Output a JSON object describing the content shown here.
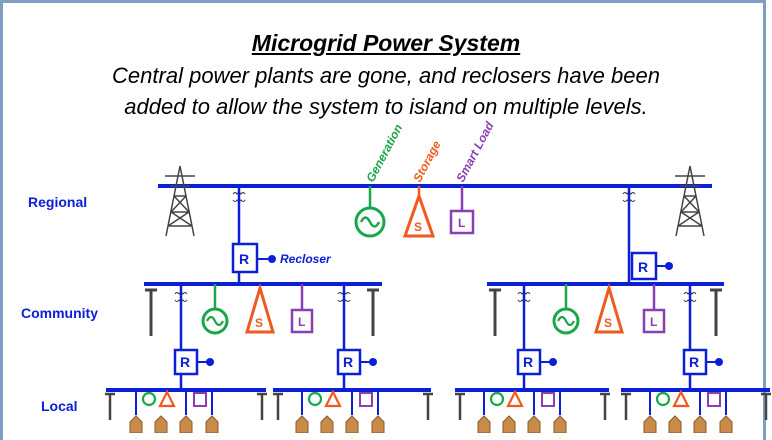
{
  "title": "Microgrid Power System",
  "subtitle_line1": "Central power plants are gone, and reclosers have been",
  "subtitle_line2": "added to allow the system to island on multiple levels.",
  "levels": {
    "regional": "Regional",
    "community": "Community",
    "local": "Local"
  },
  "legend": {
    "generation": "Generation",
    "storage": "Storage",
    "smart_load": "Smart Load"
  },
  "recloser_label": "Recloser",
  "symbols": {
    "recloser": "R",
    "storage": "S",
    "load": "L"
  },
  "colors": {
    "bus": "#0b20d6",
    "generation": "#1aa64a",
    "storage": "#f05a1e",
    "load": "#8a3fb5",
    "frame": "#7f9fc2"
  }
}
